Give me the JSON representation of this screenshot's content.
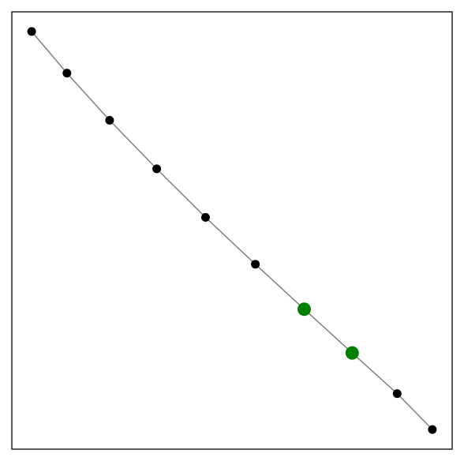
{
  "chart_data": {
    "type": "line",
    "title": "",
    "xlabel": "",
    "ylabel": "",
    "grid": false,
    "axes_visible": false,
    "line_color": "#808080",
    "point_color": "#000000",
    "highlight_color": "#008000",
    "xlim": [
      0,
      1
    ],
    "ylim": [
      0,
      1
    ],
    "series": [
      {
        "points": [
          {
            "x": 0.045,
            "y": 0.955,
            "highlight": false
          },
          {
            "x": 0.125,
            "y": 0.86,
            "highlight": false
          },
          {
            "x": 0.222,
            "y": 0.752,
            "highlight": false
          },
          {
            "x": 0.329,
            "y": 0.641,
            "highlight": false
          },
          {
            "x": 0.44,
            "y": 0.53,
            "highlight": false
          },
          {
            "x": 0.553,
            "y": 0.423,
            "highlight": false
          },
          {
            "x": 0.664,
            "y": 0.32,
            "highlight": true
          },
          {
            "x": 0.773,
            "y": 0.22,
            "highlight": true
          },
          {
            "x": 0.875,
            "y": 0.127,
            "highlight": false
          },
          {
            "x": 0.955,
            "y": 0.045,
            "highlight": false
          }
        ]
      }
    ]
  }
}
